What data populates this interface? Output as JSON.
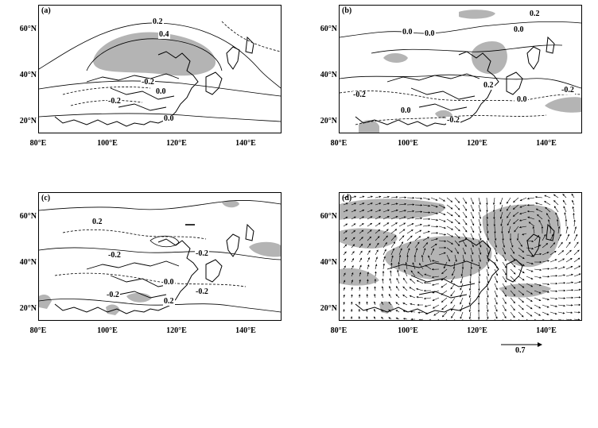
{
  "panels": [
    {
      "label": "(a)",
      "yticks": [
        "60°N",
        "40°N",
        "20°N"
      ],
      "xticks": [
        "80°E",
        "100°E",
        "120°E",
        "140°E"
      ],
      "contour_labels": [
        "0.2",
        "0.4",
        "-0.2",
        "0.0",
        "-0.2",
        "0.0"
      ]
    },
    {
      "label": "(b)",
      "yticks": [
        "60°N",
        "40°N",
        "20°N"
      ],
      "xticks": [
        "80°E",
        "100°E",
        "120°E",
        "140°E"
      ],
      "contour_labels": [
        "0.2",
        "0.0",
        "0.0",
        "0.0",
        "-0.2",
        "0.2",
        "0.0",
        "0.0",
        "-0.2",
        "-0.2"
      ]
    },
    {
      "label": "(c)",
      "yticks": [
        "60°N",
        "40°N",
        "20°N"
      ],
      "xticks": [
        "80°E",
        "100°E",
        "120°E",
        "140°E"
      ],
      "contour_labels": [
        "0.2",
        "-0.2",
        "-0.2",
        "0.0",
        "-0.2",
        "0.2",
        "-0.2"
      ]
    },
    {
      "label": "(d)",
      "yticks": [
        "60°N",
        "40°N",
        "20°N"
      ],
      "xticks": [
        "80°E",
        "100°E",
        "120°E",
        "140°E"
      ],
      "contour_labels": []
    }
  ],
  "reference_vector": {
    "value": "0.7"
  },
  "colors": {
    "shading": "#b4b4b4",
    "lines": "#000000"
  }
}
